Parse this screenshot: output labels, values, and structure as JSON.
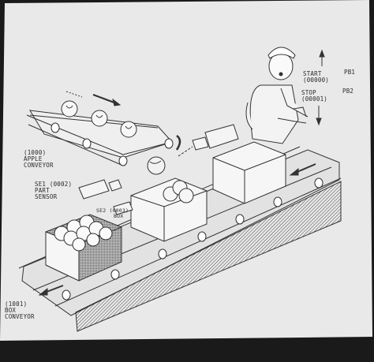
{
  "labels": {
    "apple_conveyor": {
      "address": "(1000)",
      "line1": "APPLE",
      "line2": "CONVEYOR"
    },
    "part_sensor": {
      "address": "SE1 (0002)",
      "line1": "PART",
      "line2": "SENSOR"
    },
    "box_sensor": {
      "address": "SE2 (0003)",
      "line1": "BOX"
    },
    "box_conveyor": {
      "address": "(1001)",
      "line1": "BOX",
      "line2": "CONVEYOR"
    },
    "start_button": {
      "label": "START",
      "address": "(00000)",
      "tag": "PB1"
    },
    "stop_button": {
      "label": "STOP",
      "address": "(00001)",
      "tag": "PB2"
    }
  },
  "colors": {
    "paper": "#e9e9e9",
    "ink": "#333333",
    "shade": "#777777",
    "background": "#1a1a1a"
  }
}
